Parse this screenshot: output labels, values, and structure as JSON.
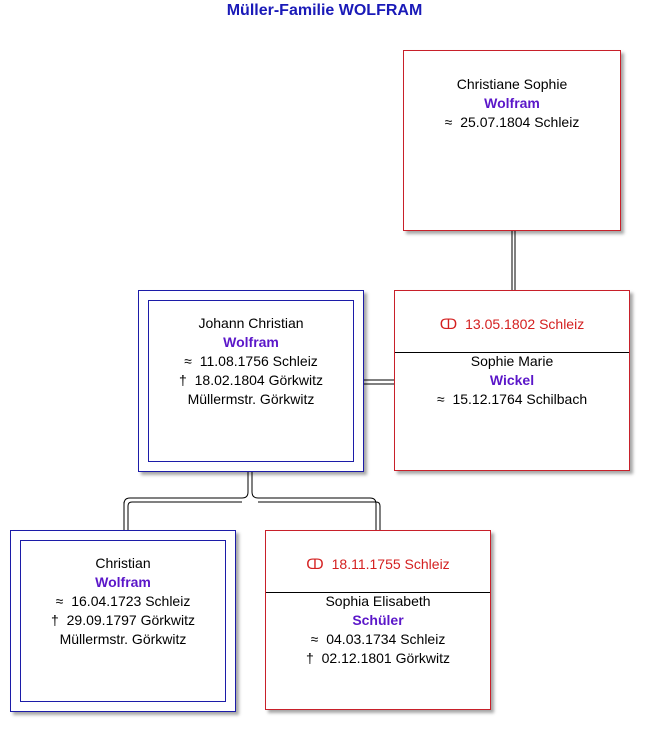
{
  "title": "Müller-Familie WOLFRAM",
  "child": {
    "given": "Christiane Sophie",
    "surname": "Wolfram",
    "birth_symbol": "≈",
    "birth": "25.07.1804 Schleiz"
  },
  "father": {
    "given": "Johann Christian",
    "surname": "Wolfram",
    "birth_symbol": "≈",
    "birth": "11.08.1756 Schleiz",
    "death_symbol": "†",
    "death": "18.02.1804 Görkwitz",
    "occupation": "Müllermstr. Görkwitz"
  },
  "mother": {
    "marriage_symbol": "ↀ",
    "marriage": "13.05.1802 Schleiz",
    "given": "Sophie Marie",
    "surname": "Wickel",
    "birth_symbol": "≈",
    "birth": "15.12.1764 Schilbach"
  },
  "grandfather": {
    "given": "Christian",
    "surname": "Wolfram",
    "birth_symbol": "≈",
    "birth": "16.04.1723 Schleiz",
    "death_symbol": "†",
    "death": "29.09.1797 Görkwitz",
    "occupation": "Müllermstr. Görkwitz"
  },
  "grandmother": {
    "marriage_symbol": "ↀ",
    "marriage": "18.11.1755 Schleiz",
    "given": "Sophia Elisabeth",
    "surname": "Schüler",
    "birth_symbol": "≈",
    "birth": "04.03.1734 Schleiz",
    "death_symbol": "†",
    "death": "02.12.1801 Görkwitz"
  },
  "colors": {
    "title": "#1a1ab8",
    "surname": "#5b17c9",
    "marriage": "#d42020",
    "female_border": "#c8202a",
    "male_border": "#1c1ca8"
  }
}
